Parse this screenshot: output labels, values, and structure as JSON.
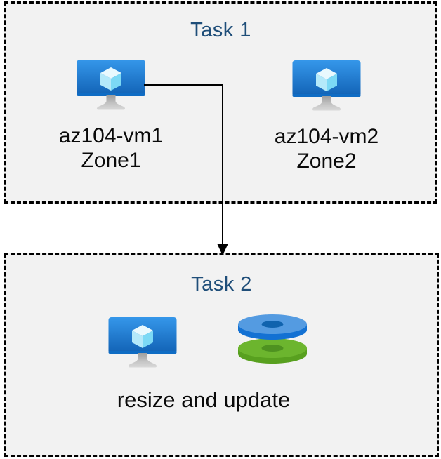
{
  "task1": {
    "title": "Task 1",
    "vms": [
      {
        "name": "az104-vm1",
        "zone": "Zone1",
        "icon": "azure-vm-icon"
      },
      {
        "name": "az104-vm2",
        "zone": "Zone2",
        "icon": "azure-vm-icon"
      }
    ]
  },
  "arrow": {
    "from": "az104-vm1",
    "to": "Task 2"
  },
  "task2": {
    "title": "Task 2",
    "icons": [
      "azure-vm-icon",
      "azure-disks-icon"
    ],
    "caption": "resize and update"
  },
  "colors": {
    "title_text": "#1F4E79",
    "body_text": "#0A0A0A",
    "box_background": "#F2F2F2",
    "box_border": "#000000",
    "arrow": "#000000",
    "vm_screen_top": "#3597EA",
    "vm_screen_bottom": "#1161B4",
    "vm_cube_top": "#E9F9FE",
    "vm_cube_left": "#B4E9FA",
    "vm_cube_right": "#7CD9F5",
    "vm_stand_gray": "#AFAFAF",
    "disk_blue_top": "#549BE1",
    "disk_blue_side": "#1371D3",
    "disk_blue_hole": "#1063AE",
    "disk_green_top": "#6CB52E",
    "disk_green_side": "#58A01F",
    "disk_green_hole": "#4E9220"
  }
}
